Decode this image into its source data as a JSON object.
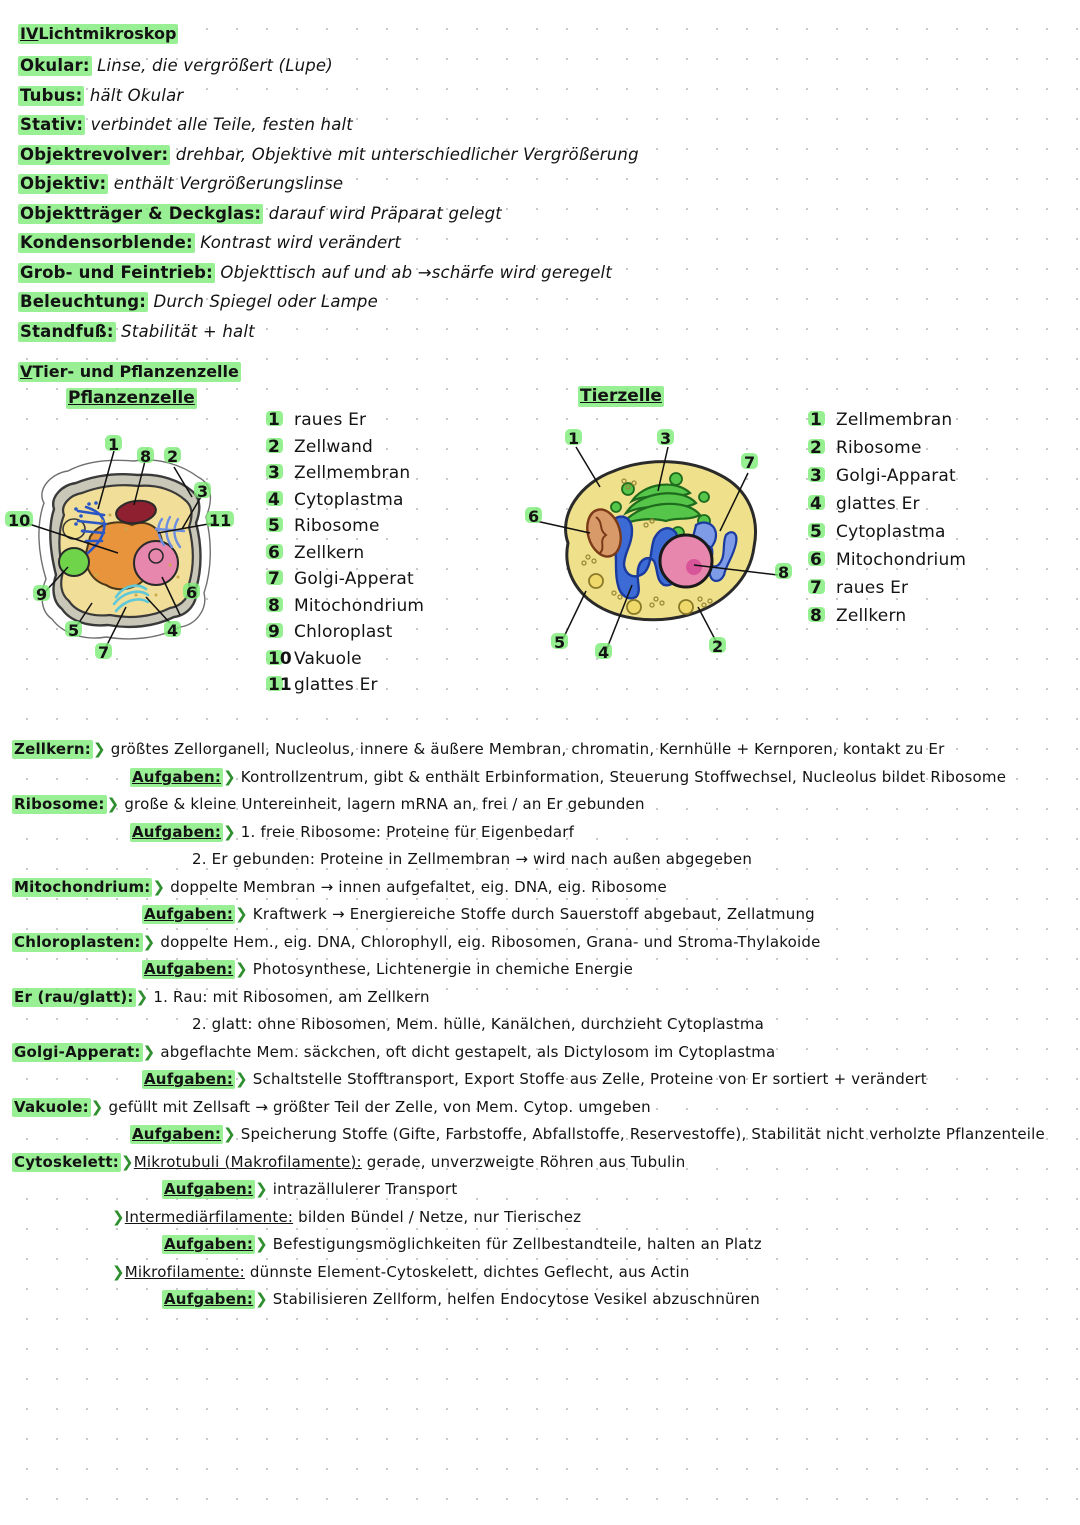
{
  "sections": {
    "iv": {
      "roman": "IV",
      "title": "Lichtmikroskop",
      "entries": [
        {
          "term": "Okular:",
          "desc": "Linse, die vergrößert (Lupe)"
        },
        {
          "term": "Tubus:",
          "desc": "hält Okular"
        },
        {
          "term": "Stativ:",
          "desc": "verbindet alle Teile, festen halt"
        },
        {
          "term": "Objektrevolver:",
          "desc": "drehbar, Objektive mit unterschiedlicher Vergrößerung"
        },
        {
          "term": "Objektiv:",
          "desc": "enthält Vergrößerungslinse"
        },
        {
          "term": "Objektträger & Deckglas:",
          "desc": "darauf wird Präparat gelegt"
        },
        {
          "term": "Kondensorblende:",
          "desc": "Kontrast wird verändert"
        },
        {
          "term": "Grob- und Feintrieb:",
          "desc": "Objekttisch auf und ab →schärfe wird geregelt"
        },
        {
          "term": "Beleuchtung:",
          "desc": "Durch Spiegel oder Lampe"
        },
        {
          "term": "Standfuß:",
          "desc": "Stabilität + halt"
        }
      ]
    },
    "v": {
      "roman": "V",
      "title": "Tier- und Pflanzenzelle",
      "plant_subtitle": "Pflanzenzelle",
      "animal_subtitle": "Tierzelle",
      "plant_legend": [
        {
          "num": "1",
          "label": "raues Er"
        },
        {
          "num": "2",
          "label": "Zellwand"
        },
        {
          "num": "3",
          "label": "Zellmembran"
        },
        {
          "num": "4",
          "label": "Cytoplastma"
        },
        {
          "num": "5",
          "label": "Ribosome"
        },
        {
          "num": "6",
          "label": "Zellkern"
        },
        {
          "num": "7",
          "label": "Golgi-Apperat"
        },
        {
          "num": "8",
          "label": "Mitochondrium"
        },
        {
          "num": "9",
          "label": "Chloroplast"
        },
        {
          "num": "10",
          "label": "Vakuole"
        },
        {
          "num": "11",
          "label": "glattes Er"
        }
      ],
      "animal_legend": [
        {
          "num": "1",
          "label": "Zellmembran"
        },
        {
          "num": "2",
          "label": "Ribosome"
        },
        {
          "num": "3",
          "label": "Golgi-Apparat"
        },
        {
          "num": "4",
          "label": "glattes Er"
        },
        {
          "num": "5",
          "label": "Cytoplastma"
        },
        {
          "num": "6",
          "label": "Mitochondrium"
        },
        {
          "num": "7",
          "label": "raues Er"
        },
        {
          "num": "8",
          "label": "Zellkern"
        }
      ],
      "plant_callouts": [
        "1",
        "8",
        "2",
        "3",
        "11",
        "10",
        "9",
        "5",
        "7",
        "4",
        "6"
      ],
      "animal_callouts": [
        "1",
        "3",
        "7",
        "6",
        "8",
        "5",
        "4",
        "2"
      ]
    }
  },
  "notes": [
    {
      "indent": 0,
      "term": "Zellkern:",
      "chevron": true,
      "text": "größtes Zellorganell, Nucleolus, innere & äußere Membran, chromatin, Kernhülle + Kernporen, kontakt zu Er"
    },
    {
      "indent": 2,
      "term": "Aufgaben:",
      "chevron": true,
      "underline_term": true,
      "text": "Kontrollzentrum, gibt & enthält Erbinformation, Steuerung Stoffwechsel, Nucleolus bildet Ribosome"
    },
    {
      "indent": 0,
      "term": "Ribosome:",
      "chevron": true,
      "text": "große & kleine Untereinheit, lagern mRNA an, frei / an Er gebunden"
    },
    {
      "indent": 2,
      "term": "Aufgaben:",
      "chevron": true,
      "underline_term": true,
      "text": "1. freie Ribosome: Proteine für Eigenbedarf"
    },
    {
      "indent": 3,
      "term": "",
      "chevron": false,
      "text": "2. Er gebunden: Proteine in Zellmembran → wird nach außen abgegeben"
    },
    {
      "indent": 0,
      "term": "Mitochondrium:",
      "chevron": true,
      "text": "doppelte Membran → innen aufgefaltet, eig. DNA, eig. Ribosome"
    },
    {
      "indent": 4,
      "term": "Aufgaben:",
      "chevron": true,
      "underline_term": true,
      "text": "Kraftwerk → Energiereiche Stoffe durch Sauerstoff abgebaut, Zellatmung"
    },
    {
      "indent": 0,
      "term": "Chloroplasten:",
      "chevron": true,
      "text": "doppelte Hem., eig. DNA, Chlorophyll, eig. Ribosomen, Grana- und Stroma-Thylakoide"
    },
    {
      "indent": 4,
      "term": "Aufgaben:",
      "chevron": true,
      "underline_term": true,
      "text": "Photosynthese, Lichtenergie in chemiche Energie"
    },
    {
      "indent": 0,
      "term": "Er (rau/glatt):",
      "chevron": true,
      "text": "1. Rau: mit Ribosomen, am Zellkern"
    },
    {
      "indent": 3,
      "term": "",
      "chevron": false,
      "text": "2. glatt: ohne Ribosomen, Mem. hülle, Kanälchen, durchzieht Cytoplastma"
    },
    {
      "indent": 0,
      "term": "Golgi-Apperat:",
      "chevron": true,
      "text": "abgeflachte Mem. säckchen, oft dicht gestapelt, als Dictylosom im Cytoplastma"
    },
    {
      "indent": 4,
      "term": "Aufgaben:",
      "chevron": true,
      "underline_term": true,
      "text": "Schaltstelle Stofftransport, Export Stoffe aus Zelle, Proteine von Er sortiert + verändert"
    },
    {
      "indent": 0,
      "term": "Vakuole:",
      "chevron": true,
      "text": "gefüllt mit Zellsaft → größter Teil der Zelle, von Mem. Cytop. umgeben"
    },
    {
      "indent": 2,
      "term": "Aufgaben:",
      "chevron": true,
      "underline_term": true,
      "text": "Speicherung Stoffe (Gifte, Farbstoffe, Abfallstoffe, Reservestoffe), Stabilität nicht verholzte Pflanzenteile"
    },
    {
      "indent": 0,
      "term": "Cytoskelett:",
      "chevron": true,
      "subterm": "Mikrotubuli (Makrofilamente):",
      "text": "gerade, unverzweigte Röhren aus Tubulin"
    },
    {
      "indent": 5,
      "term": "Aufgaben:",
      "chevron": true,
      "underline_term": true,
      "text": "intrazällulerer Transport"
    },
    {
      "indent": 6,
      "term": "",
      "chevron": true,
      "subterm": "Intermediärfilamente:",
      "text": "bilden Bündel / Netze, nur Tierischez"
    },
    {
      "indent": 5,
      "term": "Aufgaben:",
      "chevron": true,
      "underline_term": true,
      "text": "Befestigungsmöglichkeiten für Zellbestandteile, halten an Platz"
    },
    {
      "indent": 6,
      "term": "",
      "chevron": true,
      "subterm": "Mikrofilamente:",
      "text": "dünnste Element-Cytoskelett, dichtes Geflecht, aus Actin"
    },
    {
      "indent": 5,
      "term": "Aufgaben:",
      "chevron": true,
      "underline_term": true,
      "text": "Stabilisieren Zellform, helfen Endocytose Vesikel abzuschnüren"
    }
  ],
  "colors": {
    "highlight": "#7CEC76",
    "cytoplasm": "#F0DE99",
    "vacuole": "#E8943C",
    "cell_wall": "#C9C7B8",
    "nucleus": "#E887AE",
    "chloroplast": "#6FD44A",
    "mitochondrion_plant": "#8E2030",
    "mitochondrion_animal": "#C4794A",
    "rough_er": "#2B57C4",
    "smooth_er": "#6E8FE0",
    "golgi_plant": "#5FC8D8",
    "golgi_animal": "#55C64A",
    "ink": "#131313"
  }
}
